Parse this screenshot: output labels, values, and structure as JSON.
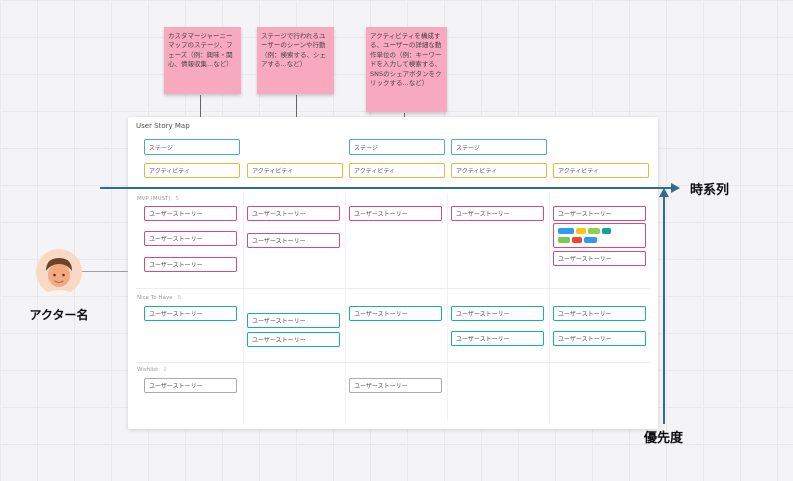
{
  "notes": [
    {
      "text": "カスタマージャーニーマップのステージ、フェーズ（例：興味・関心、情報収集...など）"
    },
    {
      "text": "ステージで行われるユーザーのシーンや行動（例：検索する、シェアする...など）"
    },
    {
      "text": "アクティビティを構成する、ユーザーの詳細な動作単位の（例：キーワードを入力して検索する、SNSのシェアボタンをクリックする...など）"
    }
  ],
  "board": {
    "title": "User Story Map",
    "stage_label": "ステージ",
    "activity_label": "アクティビティ",
    "story_label": "ユーザーストーリー",
    "sections": [
      {
        "name": "MVP (MUST)",
        "count": "5"
      },
      {
        "name": "Nice To Have",
        "count": "8"
      },
      {
        "name": "Wishlist",
        "count": "2"
      }
    ]
  },
  "axes": {
    "horizontal_label": "時系列",
    "vertical_label": "優先度"
  },
  "actor": {
    "label": "アクター名"
  },
  "tags": {
    "row1": [
      {
        "color": "#2d9bf0",
        "w": 16
      },
      {
        "color": "#fac710",
        "w": 10
      },
      {
        "color": "#8fd14f",
        "w": 12
      },
      {
        "color": "#0fa3a0",
        "w": 9
      }
    ],
    "row2": [
      {
        "color": "#7bc950",
        "w": 12
      },
      {
        "color": "#f24726",
        "w": 10
      },
      {
        "color": "#2d9bf0",
        "w": 13
      }
    ]
  },
  "colors": {
    "note": "#f6a9bf",
    "stage": "#4ba6e8",
    "activity": "#efb341",
    "mvp_card": "#d84a78",
    "nice_card": "#17b0a6",
    "wishlist_card": "#ababab",
    "axis": "#2f6c8e"
  }
}
